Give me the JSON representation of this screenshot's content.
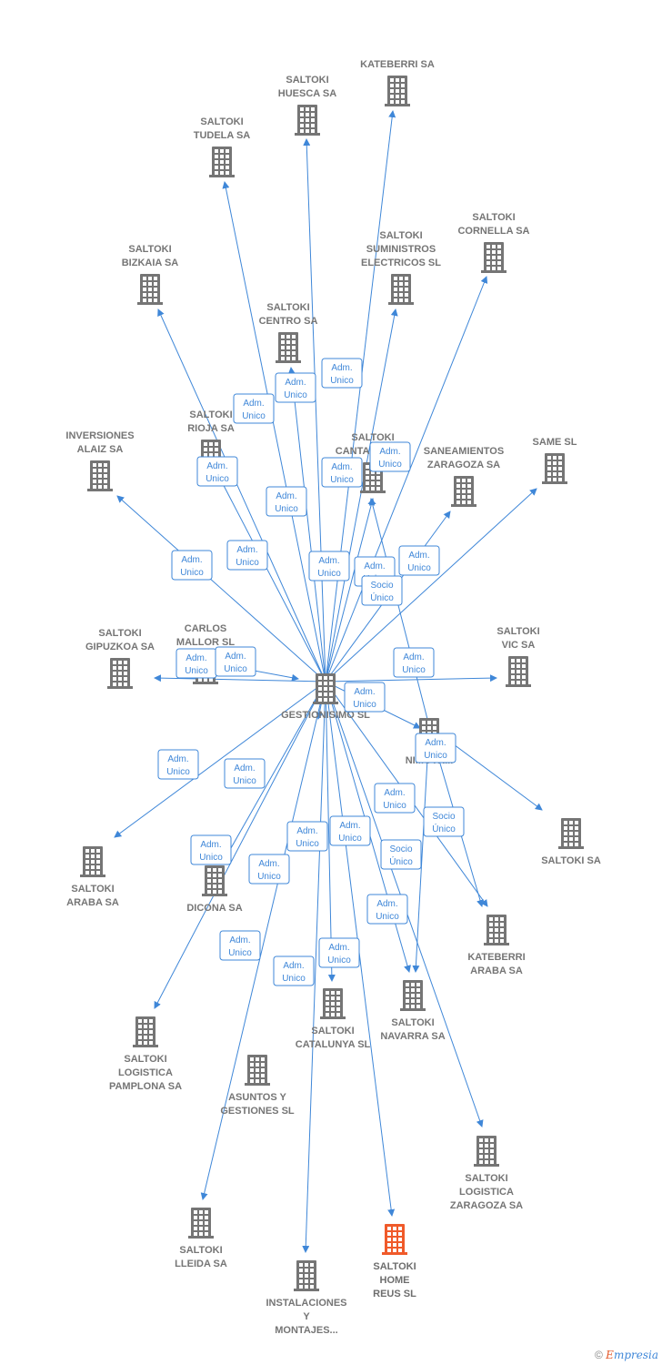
{
  "center": {
    "id": "gest",
    "label": [
      "GESTIONISIMO SL"
    ]
  },
  "nodes": [
    {
      "id": "kateberri",
      "label": [
        "KATEBERRI SA"
      ]
    },
    {
      "id": "huesca",
      "label": [
        "SALTOKI",
        "HUESCA SA"
      ]
    },
    {
      "id": "tudela",
      "label": [
        "SALTOKI",
        "TUDELA SA"
      ]
    },
    {
      "id": "cornella",
      "label": [
        "SALTOKI",
        "CORNELLA SA"
      ]
    },
    {
      "id": "suministros",
      "label": [
        "SALTOKI",
        "SUMINISTROS",
        "ELECTRICOS SL"
      ]
    },
    {
      "id": "bizkaia",
      "label": [
        "SALTOKI",
        "BIZKAIA SA"
      ]
    },
    {
      "id": "centro",
      "label": [
        "SALTOKI",
        "CENTRO SA"
      ]
    },
    {
      "id": "rioja",
      "label": [
        "SALTOKI",
        "RIOJA SA"
      ]
    },
    {
      "id": "inversiones",
      "label": [
        "INVERSIONES",
        "ALAIZ SA"
      ]
    },
    {
      "id": "cantabria",
      "label": [
        "SALTOKI",
        "CANTABRIA SA"
      ]
    },
    {
      "id": "saneamientos",
      "label": [
        "SANEAMIENTOS",
        "ZARAGOZA SA"
      ]
    },
    {
      "id": "same",
      "label": [
        "SAME SL"
      ]
    },
    {
      "id": "gipuzkoa",
      "label": [
        "SALTOKI",
        "GIPUZKOA SA"
      ]
    },
    {
      "id": "carlos",
      "label": [
        "CARLOS",
        "MALLOR SL"
      ]
    },
    {
      "id": "vic",
      "label": [
        "SALTOKI",
        "VIC SA"
      ]
    },
    {
      "id": "nimotr",
      "label": [
        "NIMOTR..."
      ]
    },
    {
      "id": "saltokisa",
      "label": [
        "SALTOKI SA"
      ]
    },
    {
      "id": "araba",
      "label": [
        "SALTOKI",
        "ARABA SA"
      ]
    },
    {
      "id": "dicona",
      "label": [
        "DICONA SA"
      ]
    },
    {
      "id": "katearaba",
      "label": [
        "KATEBERRI",
        "ARABA SA"
      ]
    },
    {
      "id": "catalunya",
      "label": [
        "SALTOKI",
        "CATALUNYA SL"
      ]
    },
    {
      "id": "navarra",
      "label": [
        "SALTOKI",
        "NAVARRA SA"
      ]
    },
    {
      "id": "pamplona",
      "label": [
        "SALTOKI",
        "LOGISTICA",
        "PAMPLONA SA"
      ]
    },
    {
      "id": "asuntos",
      "label": [
        "ASUNTOS Y",
        "GESTIONES SL"
      ]
    },
    {
      "id": "logzar",
      "label": [
        "SALTOKI",
        "LOGISTICA",
        "ZARAGOZA SA"
      ]
    },
    {
      "id": "lleida",
      "label": [
        "SALTOKI",
        "LLEIDA SA"
      ]
    },
    {
      "id": "reus",
      "label": [
        "SALTOKI",
        "HOME",
        "REUS  SL"
      ]
    },
    {
      "id": "instalaciones",
      "label": [
        "INSTALACIONES",
        "Y",
        "MONTAJES..."
      ]
    }
  ],
  "relations": [
    {
      "label": [
        "Adm.",
        "Unico"
      ]
    },
    {
      "label": [
        "Adm.",
        "Unico"
      ]
    },
    {
      "label": [
        "Adm.",
        "Unico"
      ]
    },
    {
      "label": [
        "Adm.",
        "Unico"
      ]
    },
    {
      "label": [
        "Adm.",
        "Unico"
      ]
    },
    {
      "label": [
        "Adm.",
        "Unico"
      ]
    },
    {
      "label": [
        "Adm.",
        "Unico"
      ]
    },
    {
      "label": [
        "Adm.",
        "Unico"
      ]
    },
    {
      "label": [
        "Adm.",
        "Unico"
      ]
    },
    {
      "label": [
        "Adm.",
        "Unico"
      ]
    },
    {
      "label": [
        "Adm.",
        "Unico"
      ]
    },
    {
      "label": [
        "Adm.",
        "Unico"
      ]
    },
    {
      "label": [
        "Adm.",
        "Unico"
      ]
    },
    {
      "label": [
        "Socio",
        "Único"
      ]
    },
    {
      "label": [
        "Adm.",
        "Unico"
      ]
    },
    {
      "label": [
        "Adm.",
        "Unico"
      ]
    },
    {
      "label": [
        "Adm.",
        "Unico"
      ]
    },
    {
      "label": [
        "Adm.",
        "Unico"
      ]
    },
    {
      "label": [
        "Adm.",
        "Unico"
      ]
    },
    {
      "label": [
        "Adm.",
        "Unico"
      ]
    },
    {
      "label": [
        "Adm.",
        "Unico"
      ]
    },
    {
      "label": [
        "Adm.",
        "Unico"
      ]
    },
    {
      "label": [
        "Socio",
        "Único"
      ]
    },
    {
      "label": [
        "Adm.",
        "Unico"
      ]
    },
    {
      "label": [
        "Adm.",
        "Unico"
      ]
    },
    {
      "label": [
        "Adm.",
        "Unico"
      ]
    },
    {
      "label": [
        "Socio",
        "Único"
      ]
    },
    {
      "label": [
        "Adm.",
        "Unico"
      ]
    },
    {
      "label": [
        "Adm.",
        "Unico"
      ]
    },
    {
      "label": [
        "Adm.",
        "Unico"
      ]
    },
    {
      "label": [
        "Adm.",
        "Unico"
      ]
    }
  ],
  "colors": {
    "node": "#757575",
    "highlight": "#f05a2a",
    "edge": "#3f87d8"
  },
  "footer": {
    "copyright": "©",
    "brand_e": "E",
    "brand_rest": "mpresia"
  }
}
